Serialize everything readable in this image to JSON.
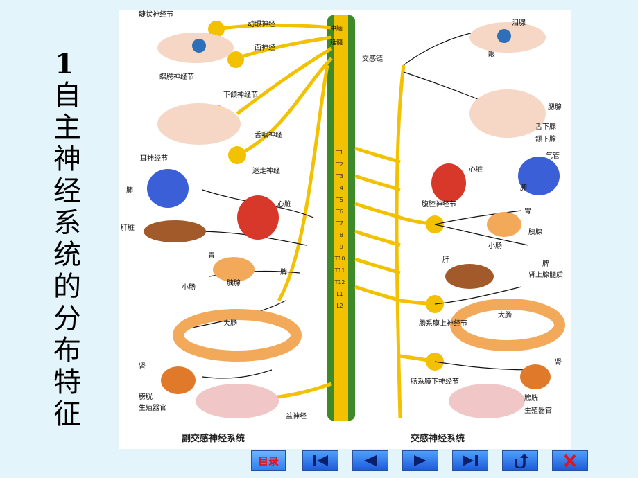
{
  "slide": {
    "number": "1",
    "title": "自主神经系统的分布特征"
  },
  "parasympathetic": {
    "caption": "副交感神经系统",
    "labels": {
      "ciliary_ganglion": "睫状神经节",
      "oculomotor_nerve": "动眼神经",
      "facial_nerve": "面神经",
      "pterygopalatine_ganglion": "蝶腭神经节",
      "submandibular_ganglion": "下颌神经节",
      "glossopharyngeal_nerve": "舌咽神经",
      "otic_ganglion": "耳神经节",
      "vagus_nerve": "迷走神经",
      "lung": "肺",
      "heart": "心脏",
      "liver": "肝脏",
      "stomach": "胃",
      "spleen": "脾",
      "small_intestine": "小肠",
      "pancreas": "胰腺",
      "large_intestine": "大肠",
      "kidney": "肾",
      "bladder": "膀胱",
      "reproductive": "生殖器官",
      "pelvic_nerve": "盆神经"
    }
  },
  "spinal_cord": {
    "midbrain": "中脑",
    "medulla": "延髓",
    "segments": [
      "T1",
      "T2",
      "T3",
      "T4",
      "T5",
      "T6",
      "T7",
      "T8",
      "T9",
      "T10",
      "T11",
      "T12",
      "L1",
      "L2"
    ]
  },
  "sympathetic": {
    "caption": "交感神经系统",
    "labels": {
      "sympathetic_chain": "交感链",
      "lacrimal_gland": "泪腺",
      "eye": "眼",
      "parotid_gland": "腮腺",
      "sublingual_gland": "舌下腺",
      "submandibular_gland": "颌下腺",
      "trachea": "气管",
      "heart": "心脏",
      "lung": "肺",
      "celiac_ganglion": "腹腔神经节",
      "stomach": "胃",
      "pancreas": "胰腺",
      "small_intestine": "小肠",
      "liver": "肝",
      "spleen": "脾",
      "adrenal_medulla": "肾上腺髓质",
      "superior_mesenteric_ganglion": "肠系膜上神经节",
      "large_intestine": "大肠",
      "inferior_mesenteric_ganglion": "肠系膜下神经节",
      "kidney": "肾",
      "bladder": "膀胱",
      "reproductive": "生殖器官"
    }
  },
  "navigation": {
    "contents_label": "目录",
    "buttons": [
      "first-icon",
      "previous-icon",
      "next-icon",
      "last-icon",
      "return-icon",
      "close-icon"
    ]
  },
  "colors": {
    "background": "#e3f4fb",
    "nerve": "#f2c200",
    "spine": "#3e8a2a",
    "nav_blue": "#2f7ff0"
  }
}
